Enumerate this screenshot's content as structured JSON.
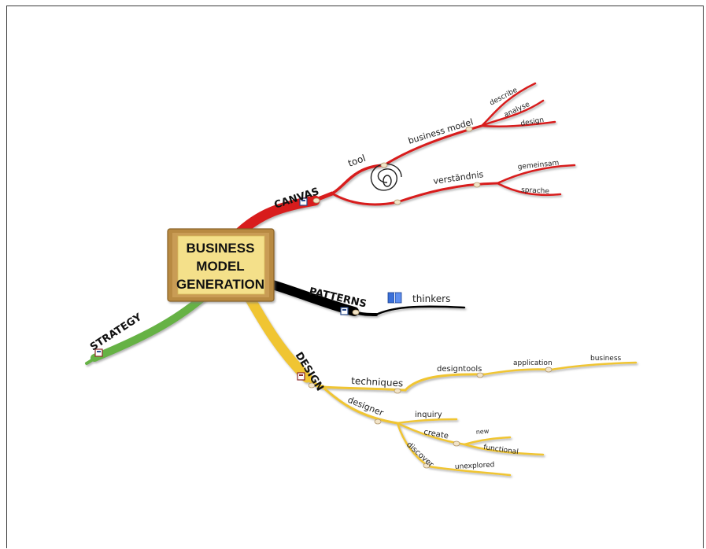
{
  "colors": {
    "canvas": "#d81f1f",
    "patterns": "#000000",
    "design": "#f0c531",
    "strategy": "#66b245",
    "center_fill": "#f4e08a",
    "center_frame": "#b88a43"
  },
  "center": {
    "line1": "BUSINESS",
    "line2": "MODEL",
    "line3": "GENERATION"
  },
  "canvas": {
    "label": "CANVAS",
    "tool": "tool",
    "business_model": "business model",
    "describe": "describe",
    "analyse": "analyse",
    "design": "design",
    "verstaendnis": "verständnis",
    "gemeinsam": "gemeinsam",
    "sprache": "sprache"
  },
  "patterns": {
    "label": "PATTERNS",
    "thinkers": "thinkers"
  },
  "design_branch": {
    "label": "DESIGN",
    "techniques": "techniques",
    "designtools": "designtools",
    "application": "application",
    "business": "business",
    "designer": "designer",
    "inquiry": "inquiry",
    "create": "create",
    "new": "new",
    "functional": "functional",
    "discover": "discover",
    "unexplored": "unexplored"
  },
  "strategy": {
    "label": "STRATEGY"
  }
}
